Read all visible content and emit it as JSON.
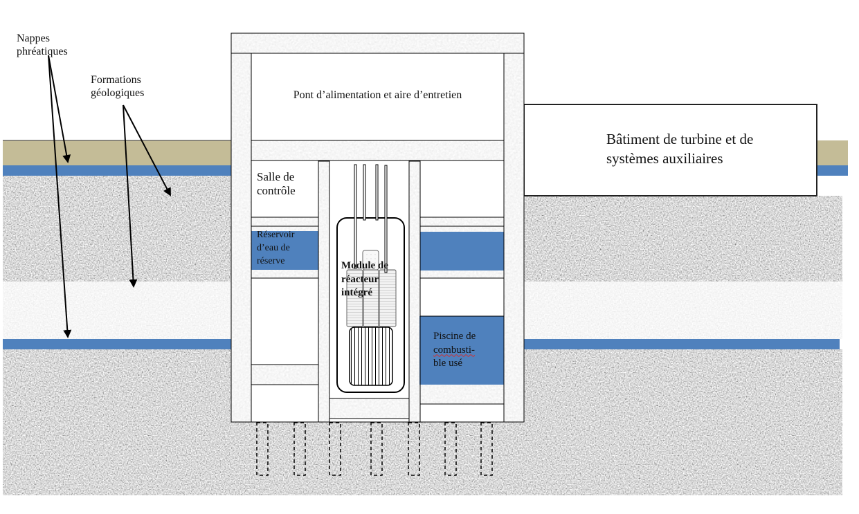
{
  "colors": {
    "water": "#4f81bd",
    "topsoil": "#c4bc97",
    "rock_dark": "#9c9c9c",
    "rock_light": "#eeeeee",
    "concrete": "#e4e4e4",
    "outline": "#000000"
  },
  "labels": {
    "water_tables": [
      "Nappes",
      "phréatiques"
    ],
    "geological_formations": [
      "Formations",
      "géologiques"
    ],
    "operating_deck": "Pont d’alimentation et aire d’entretien",
    "turbine_building": [
      "Bâtiment de turbine et de",
      "systèmes auxiliaires"
    ],
    "control_room": [
      "Salle de",
      "contrôle"
    ],
    "reserve_water_tank": [
      "Réservoir",
      "d’eau de",
      "réserve"
    ],
    "reactor_module": [
      "Module de",
      "réacteur",
      "intégré"
    ],
    "spent_fuel_pool": [
      "Piscine de",
      "combusti-",
      "ble usé"
    ]
  },
  "icons": {
    "arrow": "arrow-icon",
    "pile": "foundation-pile-icon"
  }
}
